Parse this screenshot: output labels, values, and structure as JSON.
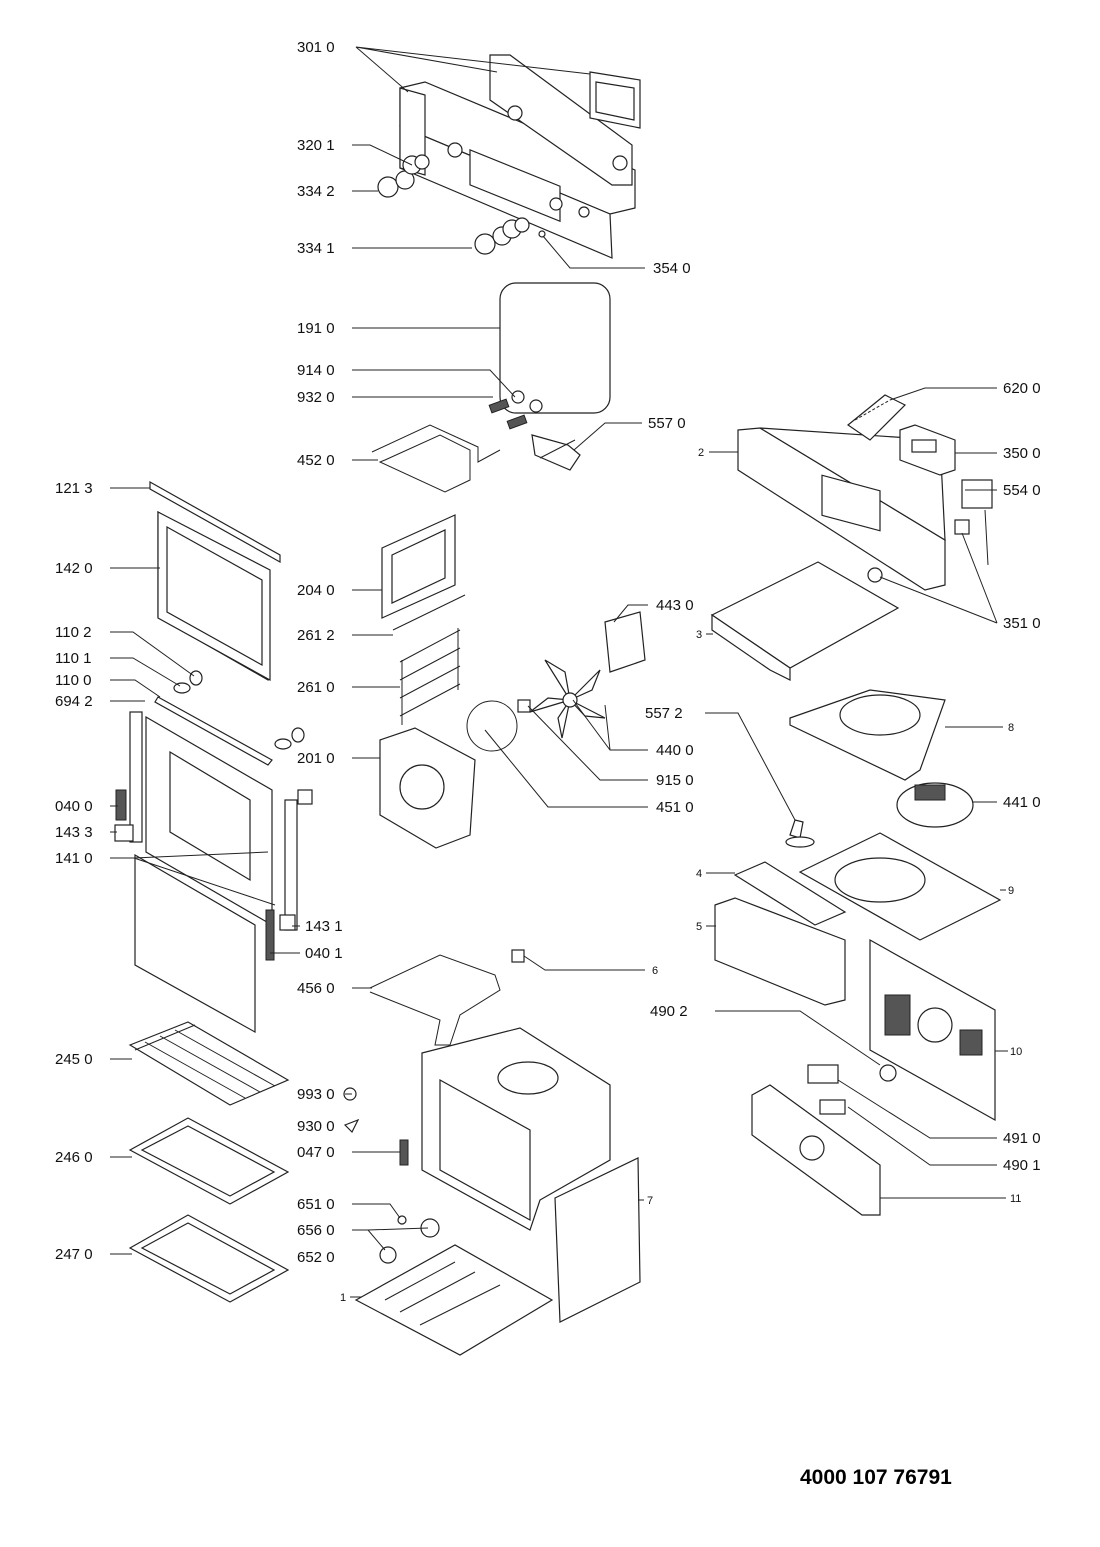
{
  "diagram": {
    "type": "exploded-parts-view",
    "labels": [
      "301 0",
      "320 1",
      "334 2",
      "334 1",
      "354 0",
      "191 0",
      "914 0",
      "932 0",
      "452 0",
      "557 0",
      "620 0",
      "2",
      "350 0",
      "554 0",
      "351 0",
      "121 3",
      "142 0",
      "204 0",
      "261 2",
      "443 0",
      "3",
      "110 2",
      "110 1",
      "110 0",
      "694 2",
      "261 0",
      "557 2",
      "8",
      "201 0",
      "440 0",
      "915 0",
      "451 0",
      "441 0",
      "040 0",
      "143 3",
      "141 0",
      "4",
      "9",
      "5",
      "143 1",
      "040 1",
      "6",
      "456 0",
      "490 2",
      "10",
      "245 0",
      "993 0",
      "930 0",
      "491 0",
      "047 0",
      "246 0",
      "490 1",
      "7",
      "11",
      "651 0",
      "656 0",
      "652 0",
      "247 0",
      "1"
    ],
    "document_number": "4000 107 76791"
  }
}
